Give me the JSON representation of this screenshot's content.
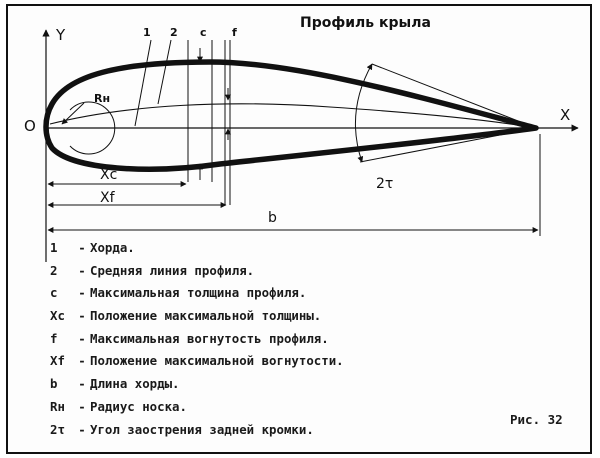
{
  "title": "Профиль крыла",
  "axes": {
    "y": "Y",
    "x": "X",
    "origin": "O"
  },
  "markers": {
    "chord": "1",
    "camber_line": "2",
    "thickness": "c",
    "max_camber": "f"
  },
  "labels": {
    "nose_radius": "Rн",
    "trailing_angle": "2τ",
    "xc": "Xc",
    "xf": "Xf",
    "chord_length": "b"
  },
  "legend": [
    {
      "symbol": "1",
      "text": "Хорда."
    },
    {
      "symbol": "2",
      "text": "Средняя линия профиля."
    },
    {
      "symbol": "c",
      "text": "Максимальная толщина профиля."
    },
    {
      "symbol": "Xc",
      "text": "Положение максимальной толщины."
    },
    {
      "symbol": "f",
      "text": "Максимальная вогнутость профиля."
    },
    {
      "symbol": "Xf",
      "text": "Положение максимальной вогнутости."
    },
    {
      "symbol": "b",
      "text": "Длина хорды."
    },
    {
      "symbol": "Rн",
      "text": "Радиус носка."
    },
    {
      "symbol": "2τ",
      "text": "Угол заострения задней кромки."
    }
  ],
  "legend_separator": "-",
  "figure_ref": "Рис. 32"
}
